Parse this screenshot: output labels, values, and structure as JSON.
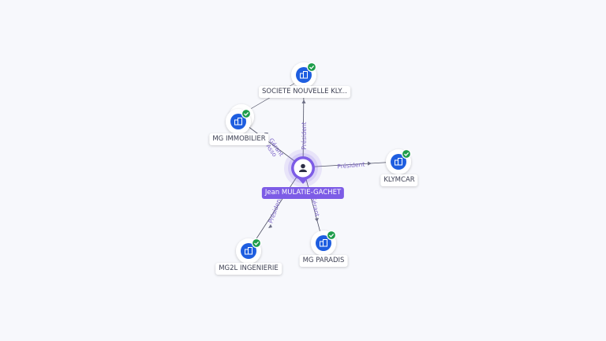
{
  "graph": {
    "person": {
      "name": "Jean MULATIE-GACHET",
      "icon": "person-icon"
    },
    "companies": [
      {
        "id": "societe-nouvelle",
        "name": "SOCIETE NOUVELLE KLY...",
        "verified": true,
        "icon": "company-building-icon"
      },
      {
        "id": "mg-immobilier",
        "name": "MG IMMOBILIER",
        "verified": true,
        "icon": "company-building-icon"
      },
      {
        "id": "klymcar",
        "name": "KLYMCAR",
        "verified": true,
        "icon": "company-building-icon"
      },
      {
        "id": "mg2l-ingenierie",
        "name": "MG2L INGENIERIE",
        "verified": true,
        "icon": "company-building-icon"
      },
      {
        "id": "mg-paradis",
        "name": "MG PARADIS",
        "verified": true,
        "icon": "company-building-icon"
      }
    ],
    "edges": [
      {
        "target": "societe-nouvelle",
        "role": "Président"
      },
      {
        "target": "mg-immobilier",
        "role": "Gérant"
      },
      {
        "target": "klymcar",
        "role": "Président"
      },
      {
        "target": "mg2l-ingenierie",
        "role": "Président"
      },
      {
        "target": "mg-paradis",
        "role": "Gérant"
      }
    ],
    "partial_labels": {
      "mg_immobilier_secondary": "Asso"
    }
  },
  "colors": {
    "background": "#f7f8fc",
    "person_accent": "#7d5ce6",
    "company_blue": "#1e5ee0",
    "verified_green": "#1e9d4b",
    "edge": "#4d4f63",
    "edge_label": "#7d66c8"
  }
}
